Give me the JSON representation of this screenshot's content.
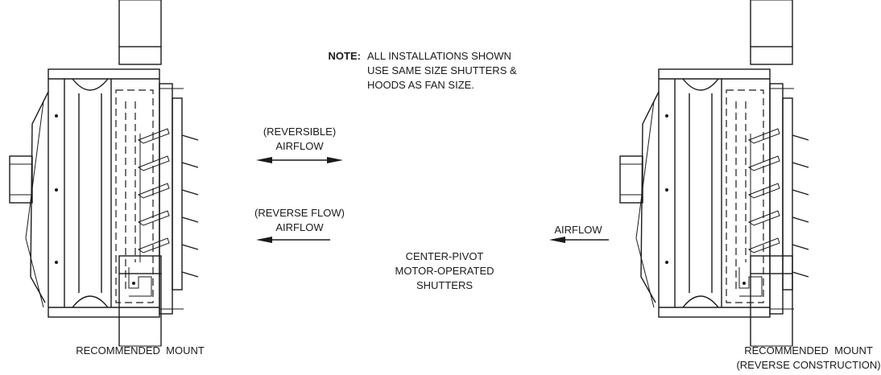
{
  "note": {
    "heading": "NOTE:",
    "lines": [
      "ALL INSTALLATIONS SHOWN",
      "USE SAME SIZE SHUTTERS &",
      "HOODS AS FAN SIZE."
    ]
  },
  "reversible_airflow": {
    "line1": "(REVERSIBLE)",
    "line2": "AIRFLOW"
  },
  "reverse_flow_airflow": {
    "line1": "(REVERSE FLOW)",
    "line2": "AIRFLOW"
  },
  "right_airflow": {
    "label": "AIRFLOW"
  },
  "shutter_type": {
    "lines": [
      "CENTER-PIVOT",
      "MOTOR-OPERATED",
      "SHUTTERS"
    ]
  },
  "left_caption": {
    "line1": "RECOMMENDED  MOUNT"
  },
  "right_caption": {
    "line1": "RECOMMENDED  MOUNT",
    "line2": "(REVERSE CONSTRUCTION)"
  }
}
